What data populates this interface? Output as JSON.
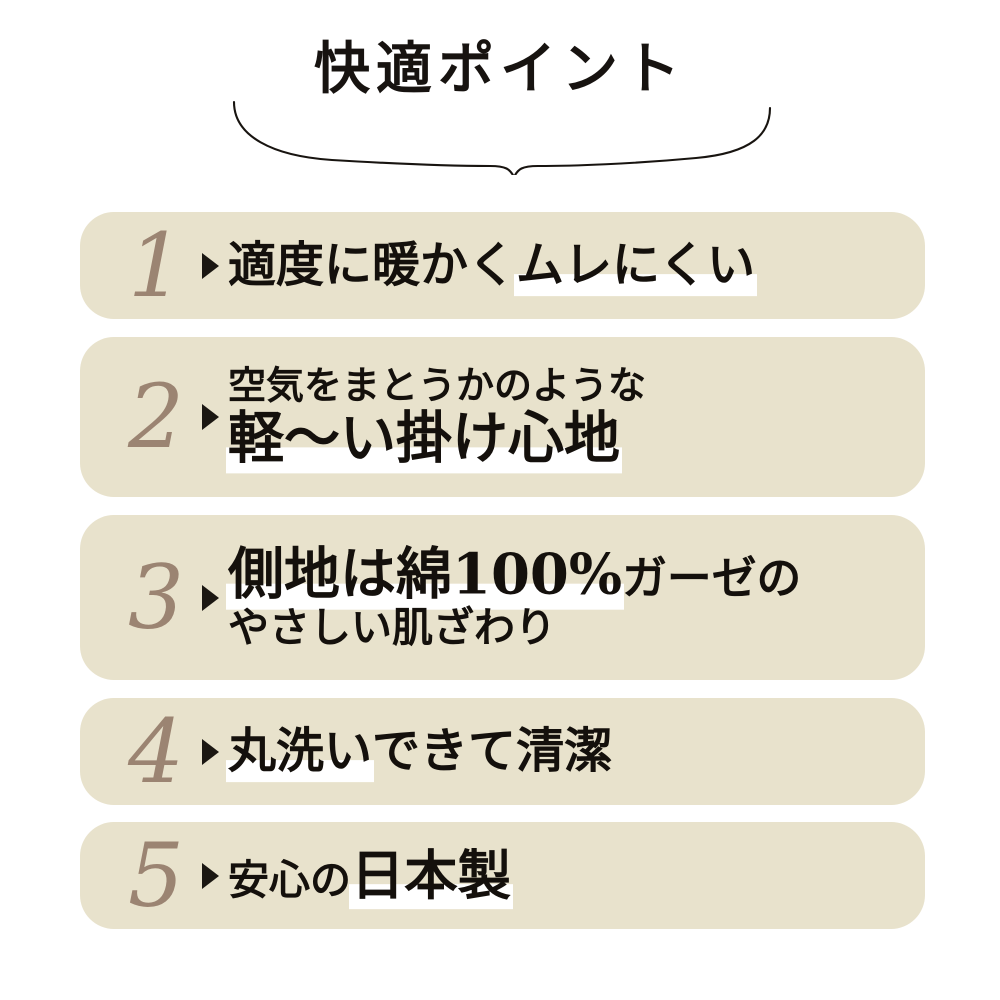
{
  "header": {
    "title": "快適ポイント",
    "brace_icon": "curly-brace-decoration"
  },
  "theme": {
    "page_background": "#ffffff",
    "card_background": "#e8e2cc",
    "number_color": "#9b8472",
    "text_color": "#14100c",
    "highlight_color": "#ffffff",
    "arrow_color": "#1b1712"
  },
  "points": [
    {
      "number": "1",
      "arrow_icon": "triangle-right-icon",
      "lines": [
        {
          "size": "lg",
          "runs": [
            {
              "text": "適度に暖かく",
              "highlight": false
            },
            {
              "text": "ムレにくい",
              "highlight": true
            }
          ]
        }
      ]
    },
    {
      "number": "2",
      "arrow_icon": "triangle-right-icon",
      "lines": [
        {
          "size": "sm",
          "runs": [
            {
              "text": "空気をまとうかのような",
              "highlight": false
            }
          ]
        },
        {
          "size": "xl",
          "runs": [
            {
              "text": "軽〜い掛け心地",
              "highlight": true
            }
          ]
        }
      ]
    },
    {
      "number": "3",
      "arrow_icon": "triangle-right-icon",
      "lines": [
        {
          "size": "xl",
          "runs": [
            {
              "text": "側地は綿100%",
              "highlight": true
            },
            {
              "text": "ガーゼの",
              "highlight": false,
              "scale": "sm"
            }
          ]
        },
        {
          "size": "md",
          "runs": [
            {
              "text": "やさしい肌ざわり",
              "highlight": false
            }
          ]
        }
      ]
    },
    {
      "number": "4",
      "arrow_icon": "triangle-right-icon",
      "lines": [
        {
          "size": "lg",
          "runs": [
            {
              "text": "丸洗い",
              "highlight": true
            },
            {
              "text": "できて清潔",
              "highlight": false
            }
          ]
        }
      ]
    },
    {
      "number": "5",
      "arrow_icon": "triangle-right-icon",
      "lines": [
        {
          "size": "md",
          "runs": [
            {
              "text": "安心の",
              "highlight": false
            },
            {
              "text": "日本製",
              "highlight": true,
              "scale": "bg"
            }
          ]
        }
      ]
    }
  ]
}
